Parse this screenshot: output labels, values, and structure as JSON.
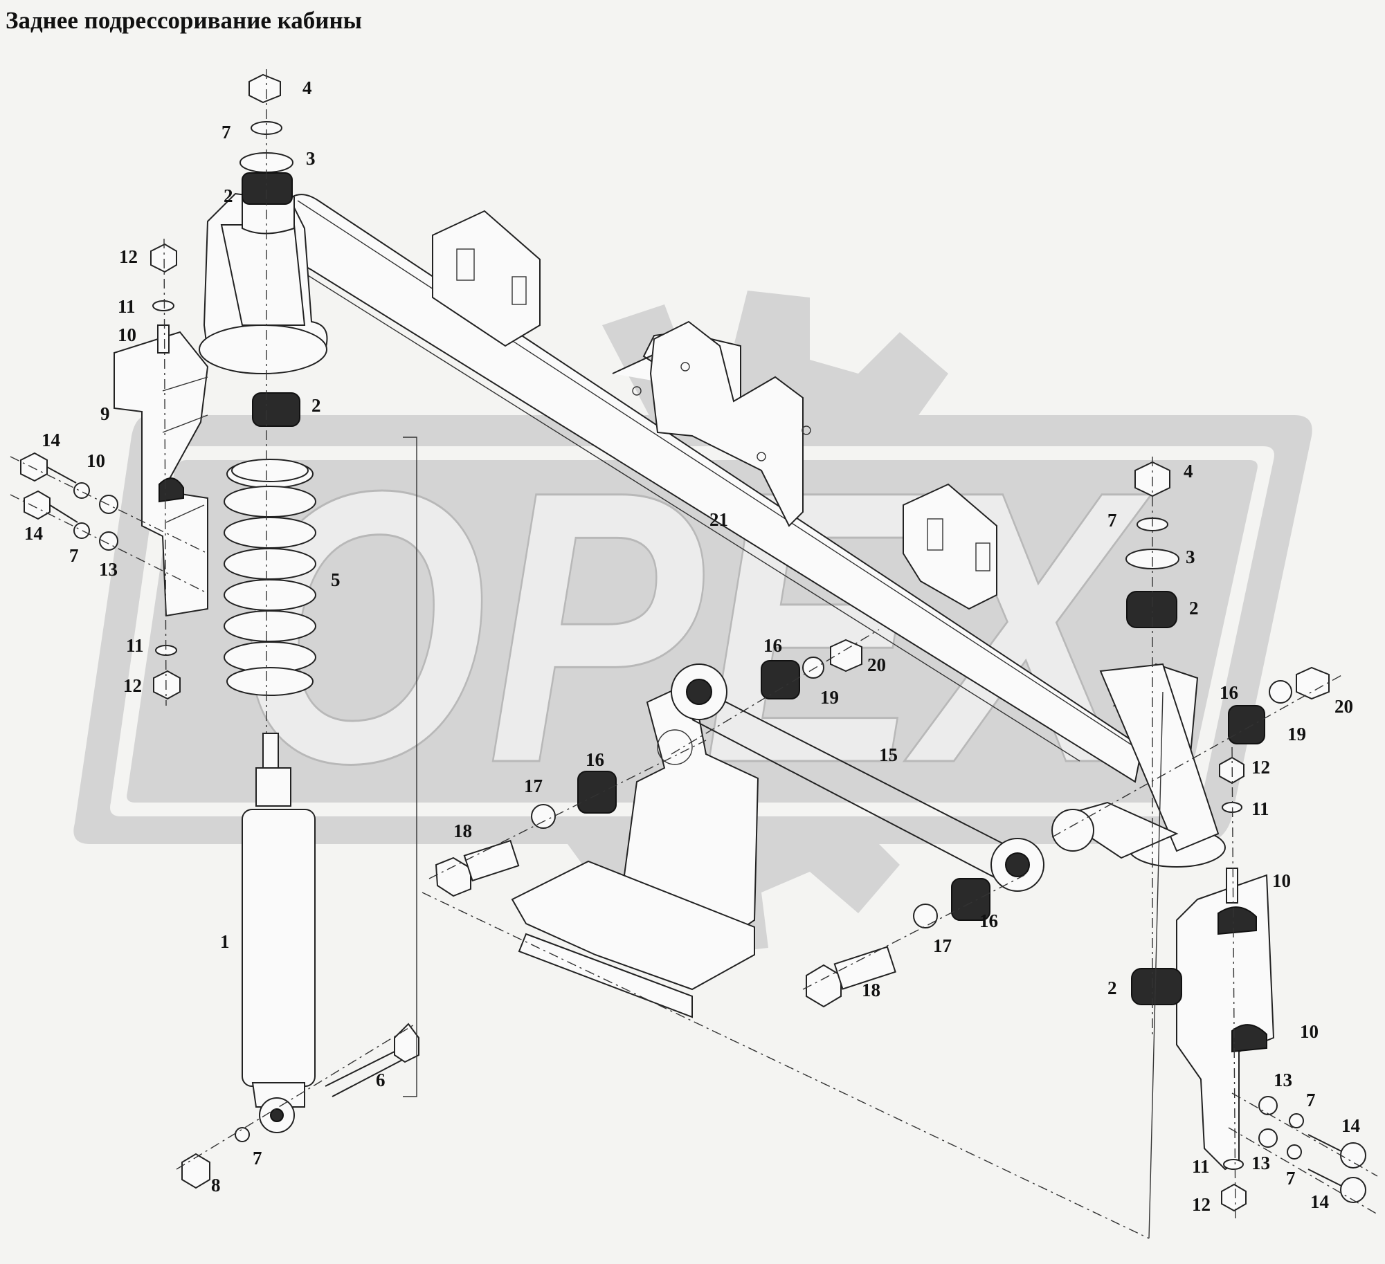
{
  "title": "Заднее подрессоривание кабины",
  "watermark": {
    "text": "OPEX",
    "color": "#d4d4d4"
  },
  "callouts": {
    "l1": "1",
    "l2a": "2",
    "l2b": "2",
    "l2c": "2",
    "l2d": "2",
    "l3a": "3",
    "l3b": "3",
    "l4a": "4",
    "l4b": "4",
    "l5": "5",
    "l6": "6",
    "l7a": "7",
    "l7b": "7",
    "l7c": "7",
    "l7d": "7",
    "l7e": "7",
    "l7f": "7",
    "l8": "8",
    "l9": "9",
    "l10a": "10",
    "l10b": "10",
    "l10c": "10",
    "l10d": "10",
    "l11a": "11",
    "l11b": "11",
    "l11c": "11",
    "l11d": "11",
    "l12a": "12",
    "l12b": "12",
    "l12c": "12",
    "l12d": "12",
    "l13a": "13",
    "l13b": "13",
    "l13c": "13",
    "l14a": "14",
    "l14b": "14",
    "l14c": "14",
    "l14d": "14",
    "l15": "15",
    "l16a": "16",
    "l16b": "16",
    "l16c": "16",
    "l16d": "16",
    "l17a": "17",
    "l17b": "17",
    "l18a": "18",
    "l18b": "18",
    "l19a": "19",
    "l19b": "19",
    "l20a": "20",
    "l20b": "20",
    "l21": "21"
  }
}
